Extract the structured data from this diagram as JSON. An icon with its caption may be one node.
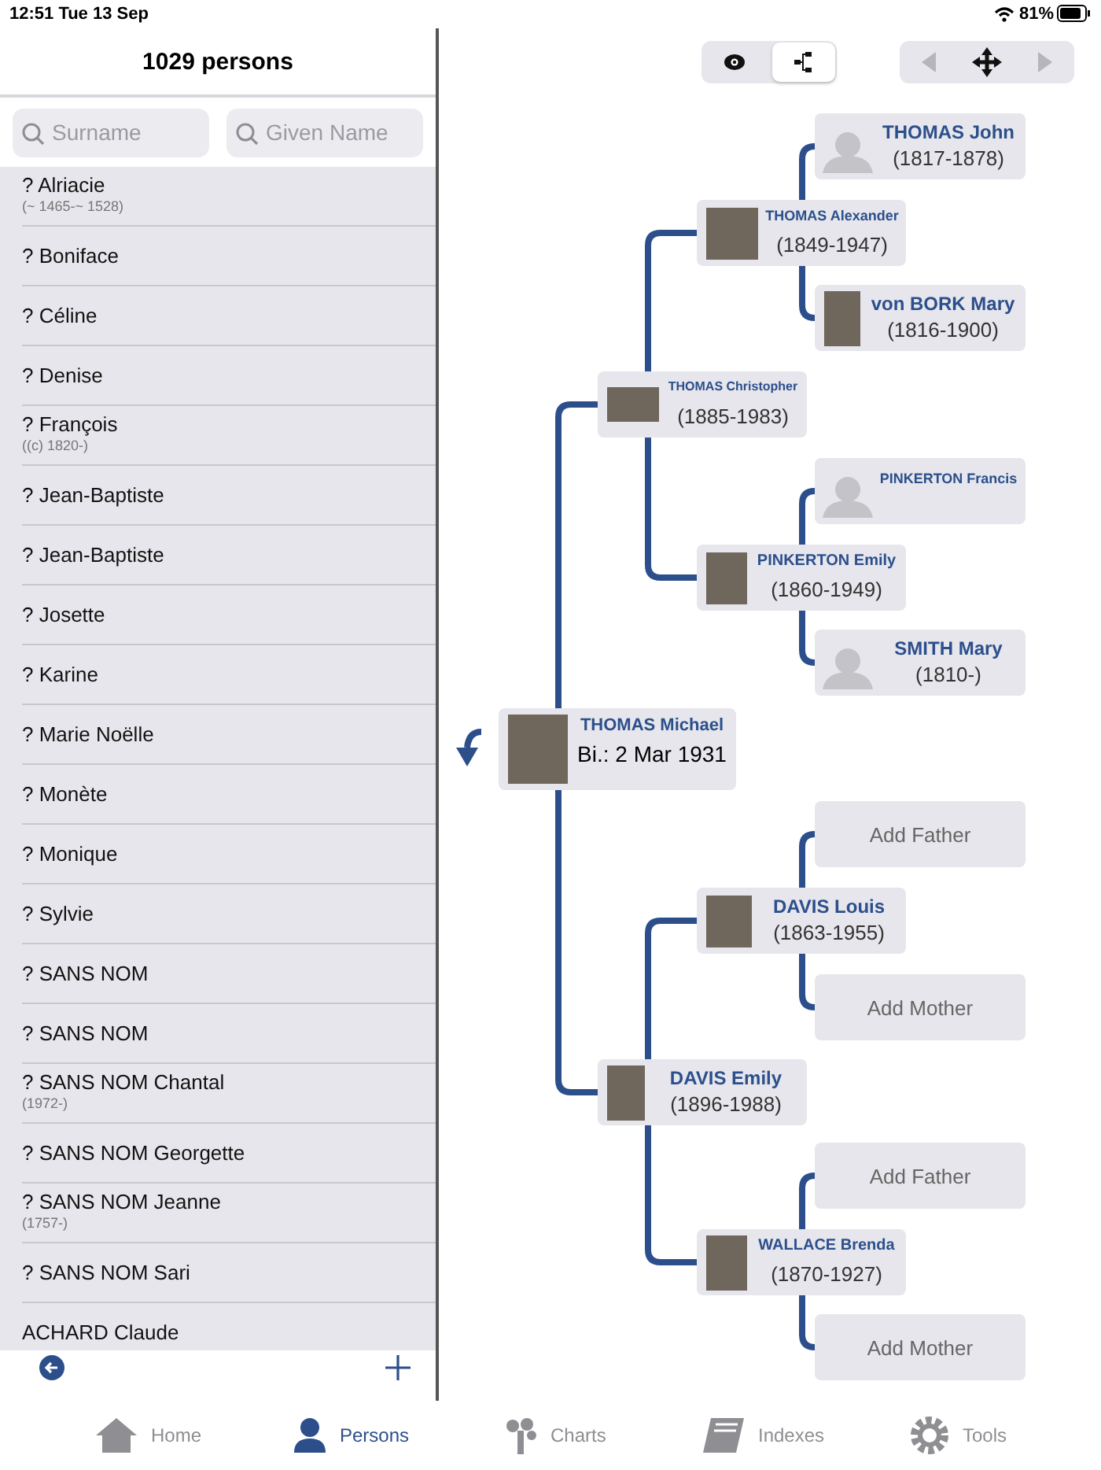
{
  "diagram": {
    "nodes": [
      {
        "text": [
          "THOMAS John",
          "(1817-1878)"
        ]
      },
      {
        "text": [
          "THOMAS Alexander",
          "(1849-1947)"
        ]
      },
      {
        "text": [
          "von BORK Mary",
          "(1816-1900)"
        ]
      },
      {
        "text": [
          "THOMAS Christopher",
          "(1885-1983)"
        ]
      },
      {
        "text": [
          "PINKERTON Francis"
        ]
      },
      {
        "text": [
          "PINKERTON Emily",
          "(1860-1949)"
        ]
      },
      {
        "text": [
          "SMITH Mary",
          "(1810-)"
        ]
      },
      {
        "text": [
          "THOMAS Michael",
          "Bi.: 2 Mar 1931"
        ]
      },
      {
        "text": [
          "Add Father"
        ]
      },
      {
        "text": [
          "DAVIS Louis",
          "(1863-1955)"
        ]
      },
      {
        "text": [
          "Add Mother"
        ]
      },
      {
        "text": [
          "DAVIS Emily",
          "(1896-1988)"
        ]
      },
      {
        "text": [
          "Add Father"
        ]
      },
      {
        "text": [
          "WALLACE Brenda",
          "(1870-1927)"
        ]
      },
      {
        "text": [
          "Add Mother"
        ]
      }
    ],
    "edges": [
      {
        "from": 7,
        "to": 3,
        "arrow": "none"
      },
      {
        "from": 7,
        "to": 11,
        "arrow": "none"
      },
      {
        "from": 3,
        "to": 1,
        "arrow": "none"
      },
      {
        "from": 3,
        "to": 5,
        "arrow": "none"
      },
      {
        "from": 1,
        "to": 0,
        "arrow": "none"
      },
      {
        "from": 1,
        "to": 2,
        "arrow": "none"
      },
      {
        "from": 5,
        "to": 4,
        "arrow": "none"
      },
      {
        "from": 5,
        "to": 6,
        "arrow": "none"
      },
      {
        "from": 11,
        "to": 9,
        "arrow": "none"
      },
      {
        "from": 11,
        "to": 13,
        "arrow": "none"
      },
      {
        "from": 9,
        "to": 8,
        "arrow": "none"
      },
      {
        "from": 9,
        "to": 10,
        "arrow": "none"
      },
      {
        "from": 13,
        "to": 12,
        "arrow": "none"
      },
      {
        "from": 13,
        "to": 14,
        "arrow": "none"
      }
    ],
    "labels": [
      "12:51 Tue 13 Sep",
      "81%",
      "1029 persons",
      "Surname",
      "Given Name",
      "? Alriacie",
      "(~ 1465-~ 1528)",
      "? Boniface",
      "? Céline",
      "? Denise",
      "? François",
      "((c) 1820-)",
      "? Jean-Baptiste",
      "? Jean-Baptiste",
      "? Josette",
      "? Karine",
      "? Marie Noëlle",
      "? Monète",
      "? Monique",
      "? Sylvie",
      "? SANS NOM",
      "? SANS NOM",
      "? SANS NOM Chantal",
      "(1972-)",
      "? SANS NOM Georgette",
      "? SANS NOM Jeanne",
      "(1757-)",
      "? SANS NOM Sari",
      "ACHARD Claude",
      "Home",
      "Persons",
      "Charts",
      "Indexes",
      "Tools"
    ]
  }
}
